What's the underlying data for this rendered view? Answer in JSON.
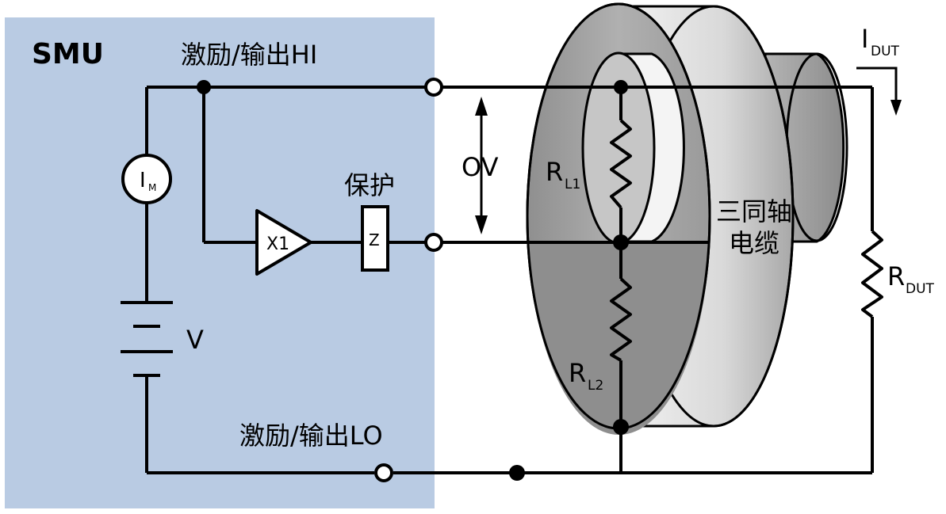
{
  "labels": {
    "smu": "SMU",
    "force_hi": "激励/输出HI",
    "force_lo": "激励/输出LO",
    "guard": "保护",
    "ov": "OV",
    "v": "V",
    "im_main": "I",
    "im_sub": "M",
    "buffer": "X1",
    "impedance": "Z",
    "rl1_main": "R",
    "rl1_sub": "L1",
    "rl2_main": "R",
    "rl2_sub": "L2",
    "rdut_main": "R",
    "rdut_sub": "DUT",
    "idut_main": "I",
    "idut_sub": "DUT",
    "triax_line1": "三同轴",
    "triax_line2": "电缆"
  },
  "colors": {
    "smu_panel": "#b9cbe3",
    "cable_outer": "#9c9c9c",
    "cable_inner": "#c8c8c8",
    "cable_highlight": "#ececec",
    "wire": "#000000"
  }
}
